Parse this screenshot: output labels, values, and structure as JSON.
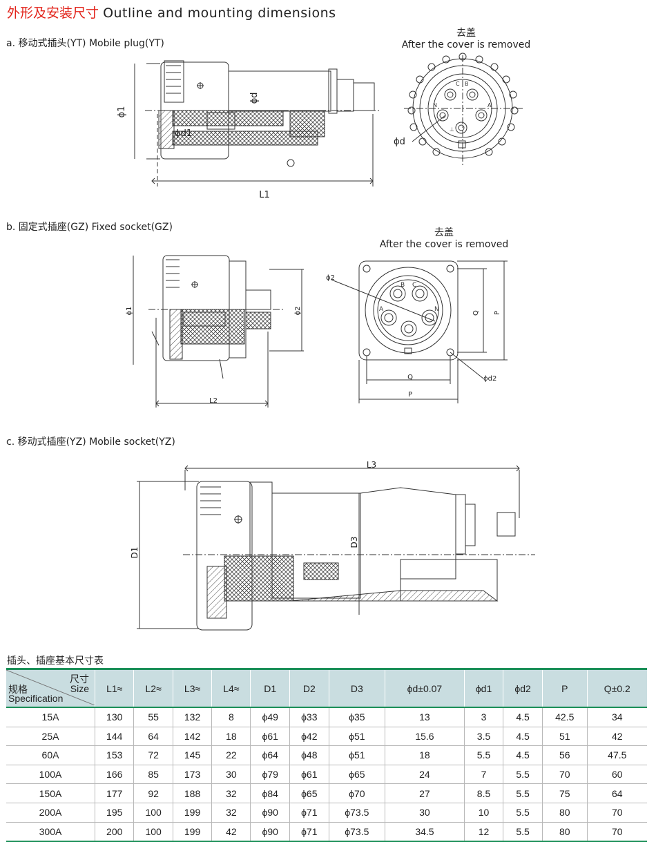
{
  "header": {
    "title_cn": "外形及安装尺寸",
    "title_en": "Outline and mounting dimensions"
  },
  "sections": {
    "a": {
      "label": "a. 移动式插头(YT)  Mobile plug(YT)",
      "cover_cn": "去盖",
      "cover_en": "After the cover is removed",
      "dims": {
        "phi1": "ϕ1",
        "phid": "ϕd",
        "phid1": "ϕd1",
        "L1": "L1",
        "phid_face": "ϕd",
        "pins": [
          "C",
          "B",
          "N",
          "A",
          "⊥"
        ]
      }
    },
    "b": {
      "label": "b. 固定式插座(GZ)  Fixed socket(GZ)",
      "cover_cn": "去盖",
      "cover_en": "After the cover is removed",
      "dims": {
        "phi1": "ϕ1",
        "phi2": "ϕ2",
        "L2": "L2",
        "phi2_face": "ϕ2",
        "Q": "Q",
        "P": "P",
        "phid2": "ϕd2",
        "pins": [
          "B",
          "C",
          "A",
          "N"
        ]
      }
    },
    "c": {
      "label": "c. 移动式插座(YZ)  Mobile socket(YZ)",
      "dims": {
        "L3": "L3",
        "D1": "D1",
        "D3": "D3"
      }
    }
  },
  "table": {
    "title": "插头、插座基本尺寸表",
    "corner": {
      "size_cn": "尺寸",
      "size_en": "Size",
      "spec_cn": "规格",
      "spec_en": "Specification"
    },
    "columns": [
      "L1≈",
      "L2≈",
      "L3≈",
      "L4≈",
      "D1",
      "D2",
      "D3",
      "ϕd±0.07",
      "ϕd1",
      "ϕd2",
      "P",
      "Q±0.2"
    ],
    "rows": [
      [
        "15A",
        "130",
        "55",
        "132",
        "8",
        "ϕ49",
        "ϕ33",
        "ϕ35",
        "13",
        "3",
        "4.5",
        "42.5",
        "34"
      ],
      [
        "25A",
        "144",
        "64",
        "142",
        "18",
        "ϕ61",
        "ϕ42",
        "ϕ51",
        "15.6",
        "3.5",
        "4.5",
        "51",
        "42"
      ],
      [
        "60A",
        "153",
        "72",
        "145",
        "22",
        "ϕ64",
        "ϕ48",
        "ϕ51",
        "18",
        "5.5",
        "4.5",
        "56",
        "47.5"
      ],
      [
        "100A",
        "166",
        "85",
        "173",
        "30",
        "ϕ79",
        "ϕ61",
        "ϕ65",
        "24",
        "7",
        "5.5",
        "70",
        "60"
      ],
      [
        "150A",
        "177",
        "92",
        "188",
        "32",
        "ϕ84",
        "ϕ65",
        "ϕ70",
        "27",
        "8.5",
        "5.5",
        "75",
        "64"
      ],
      [
        "200A",
        "195",
        "100",
        "199",
        "32",
        "ϕ90",
        "ϕ71",
        "ϕ73.5",
        "30",
        "10",
        "5.5",
        "80",
        "70"
      ],
      [
        "300A",
        "200",
        "100",
        "199",
        "42",
        "ϕ90",
        "ϕ71",
        "ϕ73.5",
        "34.5",
        "12",
        "5.5",
        "80",
        "70"
      ]
    ]
  }
}
